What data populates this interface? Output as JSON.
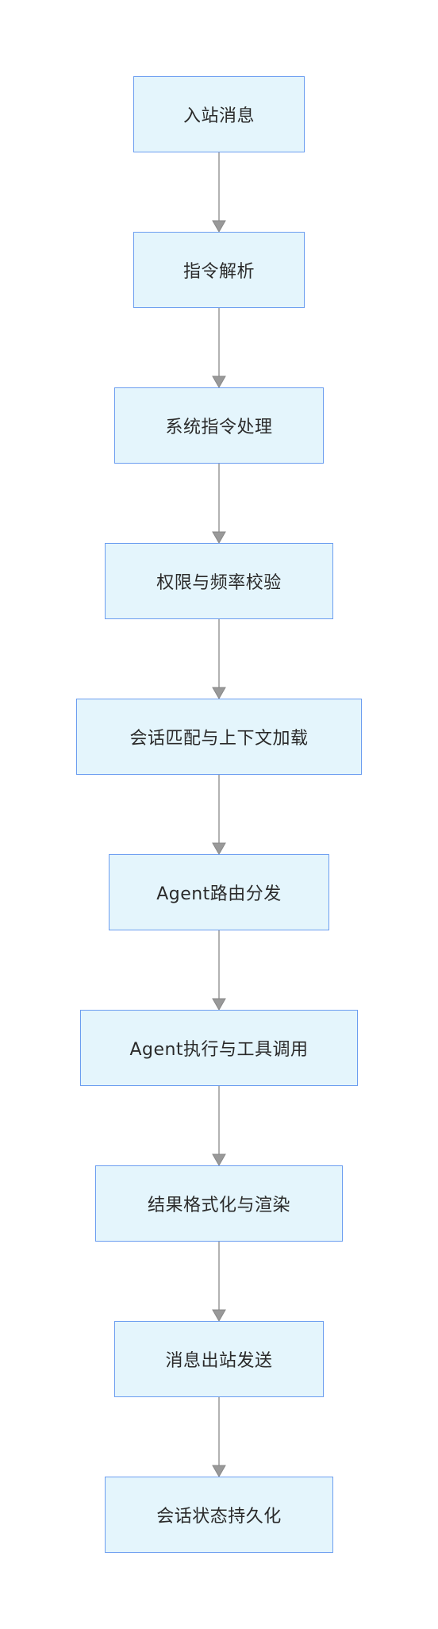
{
  "nodes": [
    {
      "label": "入站消息"
    },
    {
      "label": "指令解析"
    },
    {
      "label": "系统指令处理"
    },
    {
      "label": "权限与频率校验"
    },
    {
      "label": "会话匹配与上下文加载"
    },
    {
      "label": "Agent路由分发"
    },
    {
      "label": "Agent执行与工具调用"
    },
    {
      "label": "结果格式化与渲染"
    },
    {
      "label": "消息出站发送"
    },
    {
      "label": "会话状态持久化"
    }
  ],
  "colors": {
    "node_fill": "#e4f5fc",
    "node_border": "#6b9df0",
    "edge": "#999999",
    "text": "#2a2a2a"
  }
}
